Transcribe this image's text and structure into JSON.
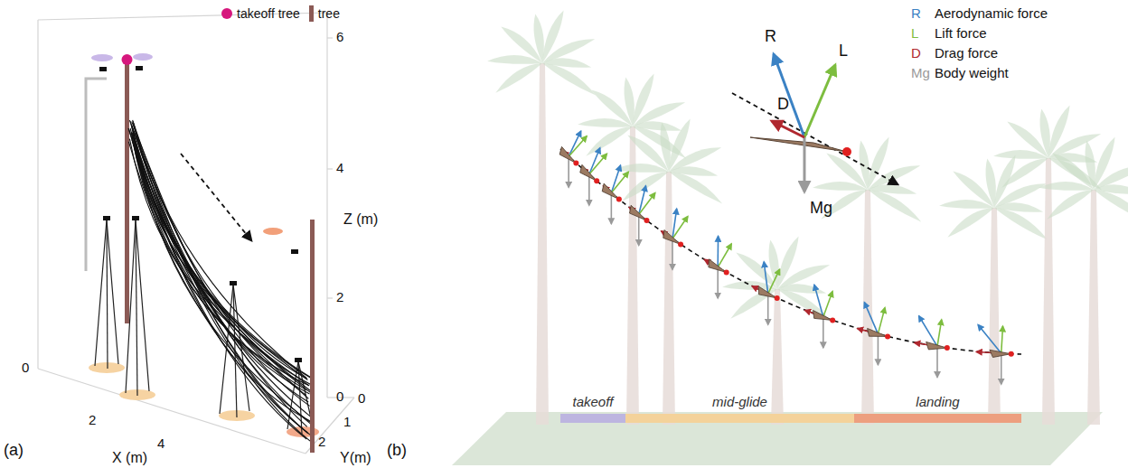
{
  "diagram": {
    "nodes": [
      {
        "text": [
          "takeoff"
        ]
      },
      {
        "text": [
          "mid-glide"
        ]
      },
      {
        "text": [
          "landing"
        ]
      }
    ],
    "labels": [
      "(a)",
      "6",
      "4",
      "2",
      "0",
      "Z (m)",
      "0",
      "2",
      "4",
      "X (m)",
      "0",
      "1",
      "2",
      "Y(m)",
      "(b)",
      "R",
      "L",
      "D",
      "Mg",
      "R",
      "L",
      "D",
      "Mg"
    ],
    "legend": [
      {
        "text": "takeoff tree",
        "color": "#d6177d"
      },
      {
        "text": "tree",
        "color": "#8b5a55"
      },
      {
        "text": "Aerodynamic force",
        "color": "#3b82c4"
      },
      {
        "text": "Lift force",
        "color": "#7dbd3f"
      },
      {
        "text": "Drag force",
        "color": "#b0282f"
      },
      {
        "text": "Body weight",
        "color": "#9a9a9a"
      }
    ]
  }
}
